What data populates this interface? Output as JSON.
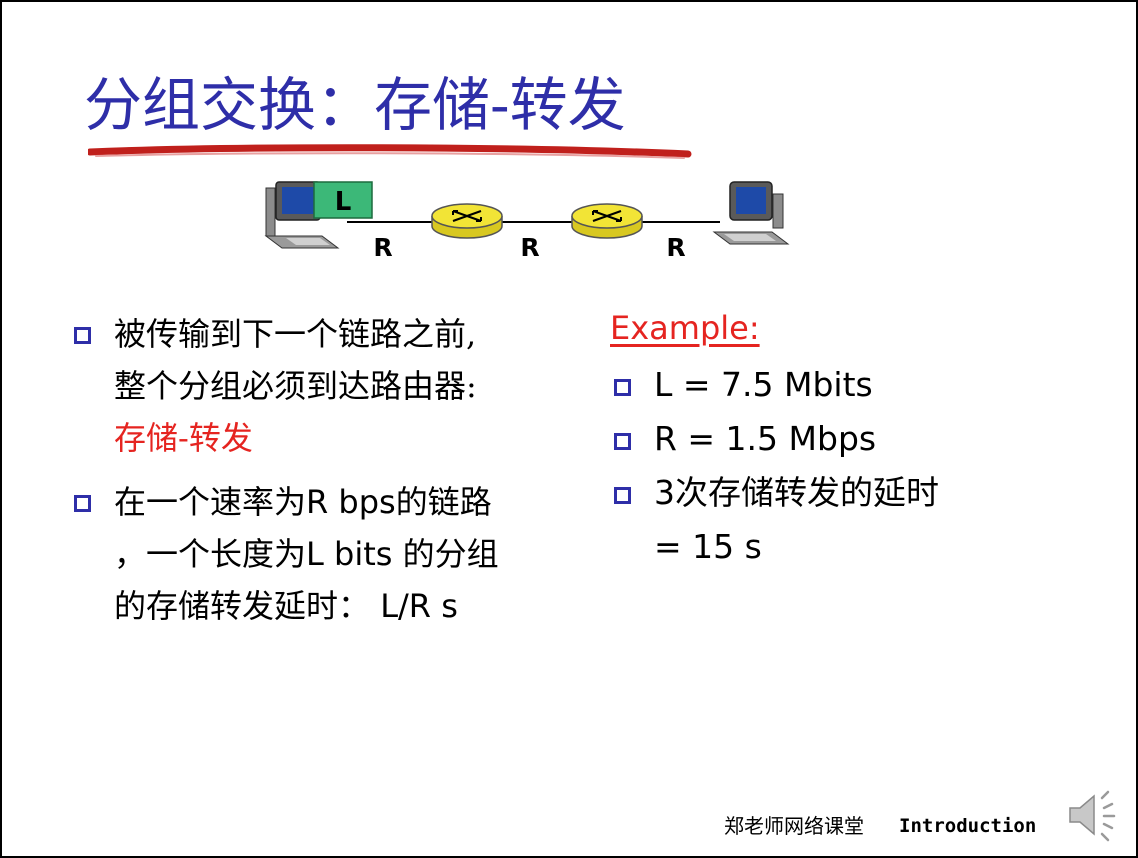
{
  "slide": {
    "title": "分组交换：存储-转发",
    "diagram": {
      "packet_label": "L",
      "link_rate_labels": [
        "R",
        "R",
        "R"
      ],
      "icons": [
        "host-computer-icon",
        "router-icon",
        "router-icon",
        "host-computer-icon"
      ]
    },
    "left_bullets": {
      "b1_line1": "被传输到下一个链路之前,",
      "b1_line2": "整个分组必须到达路由器:",
      "b1_highlight": "存储-转发",
      "b2_text1": "在一个速率为",
      "b2_rbps": "R bps",
      "b2_text2": "的链路",
      "b2_line2_text1": "，一个长度为",
      "b2_lbits": "L bits ",
      "b2_line2_text2": "的分组",
      "b2_line3_text1": "的存储转发延时：",
      "b2_formula": "L/R s"
    },
    "example": {
      "heading": "Example:",
      "item1": "L = 7.5 Mbits",
      "item2": "R = 1.5 Mbps",
      "item3_num": "3",
      "item3_text": "次存储转发的延时",
      "item3_result": "= 15 s"
    },
    "footer": {
      "channel": "郑老师网络课堂",
      "section": "Introduction",
      "audio_icon": "speaker-icon"
    },
    "colors": {
      "title": "#2e2ea8",
      "underline": "#c0201c",
      "highlight": "#e52420",
      "bullet": "#2e2ea8",
      "packet": "#3cb878",
      "router": "#f2e436"
    }
  }
}
